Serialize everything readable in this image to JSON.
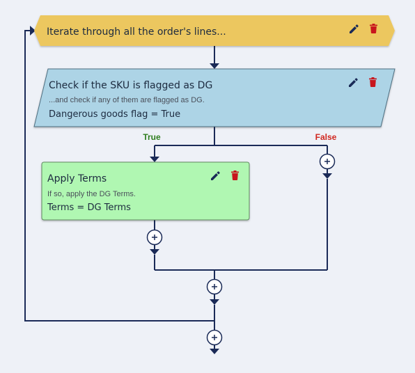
{
  "colors": {
    "loop_fill": "#ecc75e",
    "decision_fill": "#add4e6",
    "action_fill": "#b0f7b2",
    "wire": "#1a2a57",
    "true_label": "#2e7d1e",
    "false_label": "#d0261e",
    "background": "#eef1f7"
  },
  "icons": {
    "edit": "pencil-icon",
    "delete": "trash-icon",
    "add": "plus-circle-icon"
  },
  "loop_node": {
    "title": "Iterate through all the order's lines..."
  },
  "decision_node": {
    "title": "Check if the SKU is flagged as DG",
    "description": "...and check if any of them are flagged as DG.",
    "expression": "Dangerous goods flag = True",
    "true_label": "True",
    "false_label": "False"
  },
  "action_node": {
    "title": "Apply Terms",
    "description": "If so, apply the DG Terms.",
    "expression": "Terms = DG Terms"
  }
}
